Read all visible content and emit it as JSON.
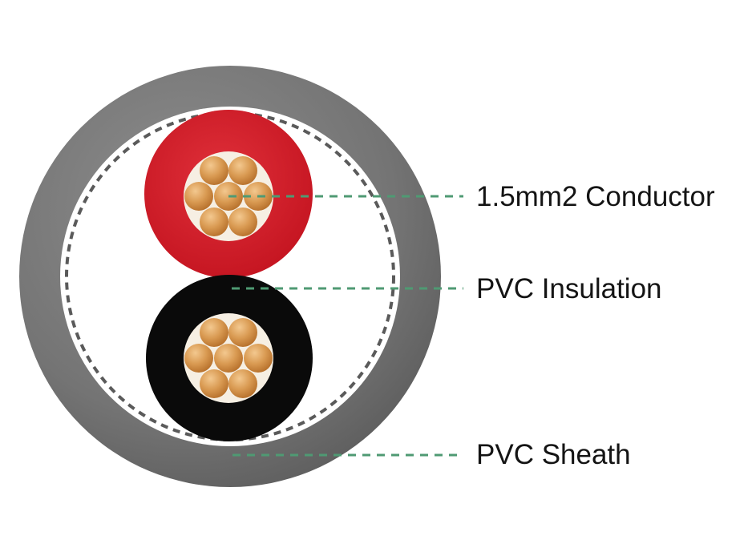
{
  "labels": {
    "conductor": "1.5mm2 Conductor",
    "insulation": "PVC Insulation",
    "sheath": "PVC Sheath"
  },
  "colors": {
    "sheath_outer": "#7a7a7a",
    "sheath_inner_edge": "#5c5c5c",
    "filler": "#ffffff",
    "screen_dash": "#5a5a5a",
    "red_insulation": "#d81e2a",
    "black_insulation": "#0a0a0a",
    "copper_strand": "#d4924b",
    "copper_highlight": "#f0c28a",
    "strand_bundle_bg": "#f6efe3",
    "leader_line": "#4f9a73",
    "label_text": "#141414"
  },
  "icons": {
    "cable": "cable-cross-section-icon"
  }
}
